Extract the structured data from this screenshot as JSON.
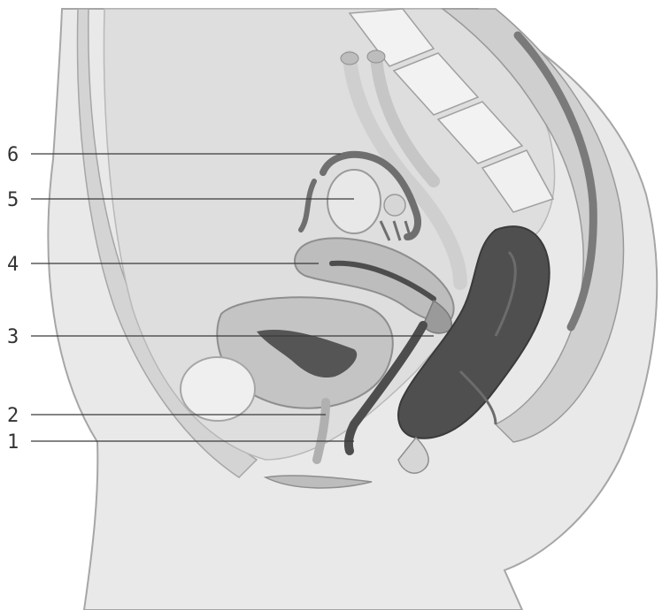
{
  "labels": [
    {
      "id": "6",
      "text": "6"
    },
    {
      "id": "5",
      "text": "5"
    },
    {
      "id": "4",
      "text": "4"
    },
    {
      "id": "3",
      "text": "3"
    },
    {
      "id": "2",
      "text": "2"
    },
    {
      "id": "1",
      "text": "1"
    }
  ],
  "colors": {
    "background": "#ffffff",
    "skin": "#d9d9d9",
    "skin_outline": "#a6a6a6",
    "body_cavity": "#e6e6e6",
    "organ_mid": "#bdbdbd",
    "organ_dark": "#7a7a7a",
    "lumen_dark": "#4d4d4d",
    "bone": "#efefef",
    "leader_line": "#3a3a3a",
    "label_text": "#333333"
  }
}
